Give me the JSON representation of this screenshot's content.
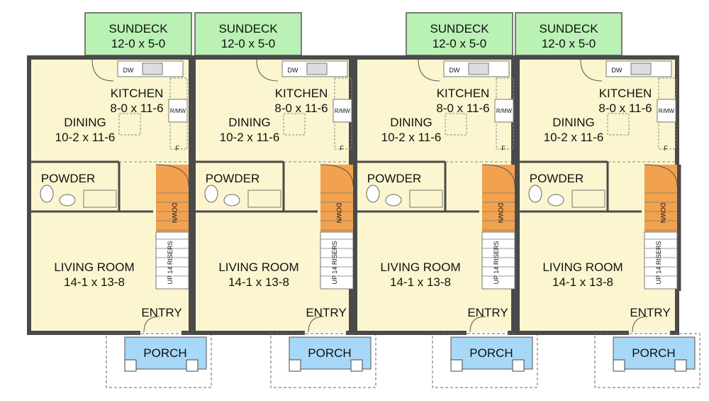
{
  "colors": {
    "floor": "#fbf6cf",
    "wall": "#4a4a4a",
    "sundeck": "#b9f2b4",
    "porch": "#a8d8f7",
    "stair": "#f2a24e"
  },
  "units": [
    {
      "sundeck": {
        "name": "SUNDECK",
        "size": "12-0 x 5-0"
      },
      "kitchen": {
        "name": "KITCHEN",
        "size": "8-0 x 11-6"
      },
      "dining": {
        "name": "DINING",
        "size": "10-2 x 11-6"
      },
      "powder": {
        "name": "POWDER"
      },
      "living": {
        "name": "LIVING ROOM",
        "size": "14-1 x 13-8"
      },
      "entry": {
        "name": "ENTRY"
      },
      "porch": {
        "name": "PORCH"
      },
      "labels": {
        "dw": "DW",
        "rmw": "R/MW",
        "f": "F",
        "down": "DOWN",
        "risers": "UP 14 RISERS"
      }
    },
    {
      "sundeck": {
        "name": "SUNDECK",
        "size": "12-0 x 5-0"
      },
      "kitchen": {
        "name": "KITCHEN",
        "size": "8-0 x 11-6"
      },
      "dining": {
        "name": "DINING",
        "size": "10-2 x 11-6"
      },
      "powder": {
        "name": "POWDER"
      },
      "living": {
        "name": "LIVING ROOM",
        "size": "14-1 x 13-8"
      },
      "entry": {
        "name": "ENTRY"
      },
      "porch": {
        "name": "PORCH"
      },
      "labels": {
        "dw": "DW",
        "rmw": "R/MW",
        "f": "F",
        "down": "DOWN",
        "risers": "UP 14 RISERS"
      }
    },
    {
      "sundeck": {
        "name": "SUNDECK",
        "size": "12-0 x 5-0"
      },
      "kitchen": {
        "name": "KITCHEN",
        "size": "8-0 x 11-6"
      },
      "dining": {
        "name": "DINING",
        "size": "10-2 x 11-6"
      },
      "powder": {
        "name": "POWDER"
      },
      "living": {
        "name": "LIVING ROOM",
        "size": "14-1 x 13-8"
      },
      "entry": {
        "name": "ENTRY"
      },
      "porch": {
        "name": "PORCH"
      },
      "labels": {
        "dw": "DW",
        "rmw": "R/MW",
        "f": "F",
        "down": "DOWN",
        "risers": "UP 14 RISERS"
      }
    },
    {
      "sundeck": {
        "name": "SUNDECK",
        "size": "12-0 x 5-0"
      },
      "kitchen": {
        "name": "KITCHEN",
        "size": "8-0 x 11-6"
      },
      "dining": {
        "name": "DINING",
        "size": "10-2 x 11-6"
      },
      "powder": {
        "name": "POWDER"
      },
      "living": {
        "name": "LIVING ROOM",
        "size": "14-1 x 13-8"
      },
      "entry": {
        "name": "ENTRY"
      },
      "porch": {
        "name": "PORCH"
      },
      "labels": {
        "dw": "DW",
        "rmw": "R/MW",
        "f": "F",
        "down": "DOWN",
        "risers": "UP 14 RISERS"
      }
    }
  ]
}
